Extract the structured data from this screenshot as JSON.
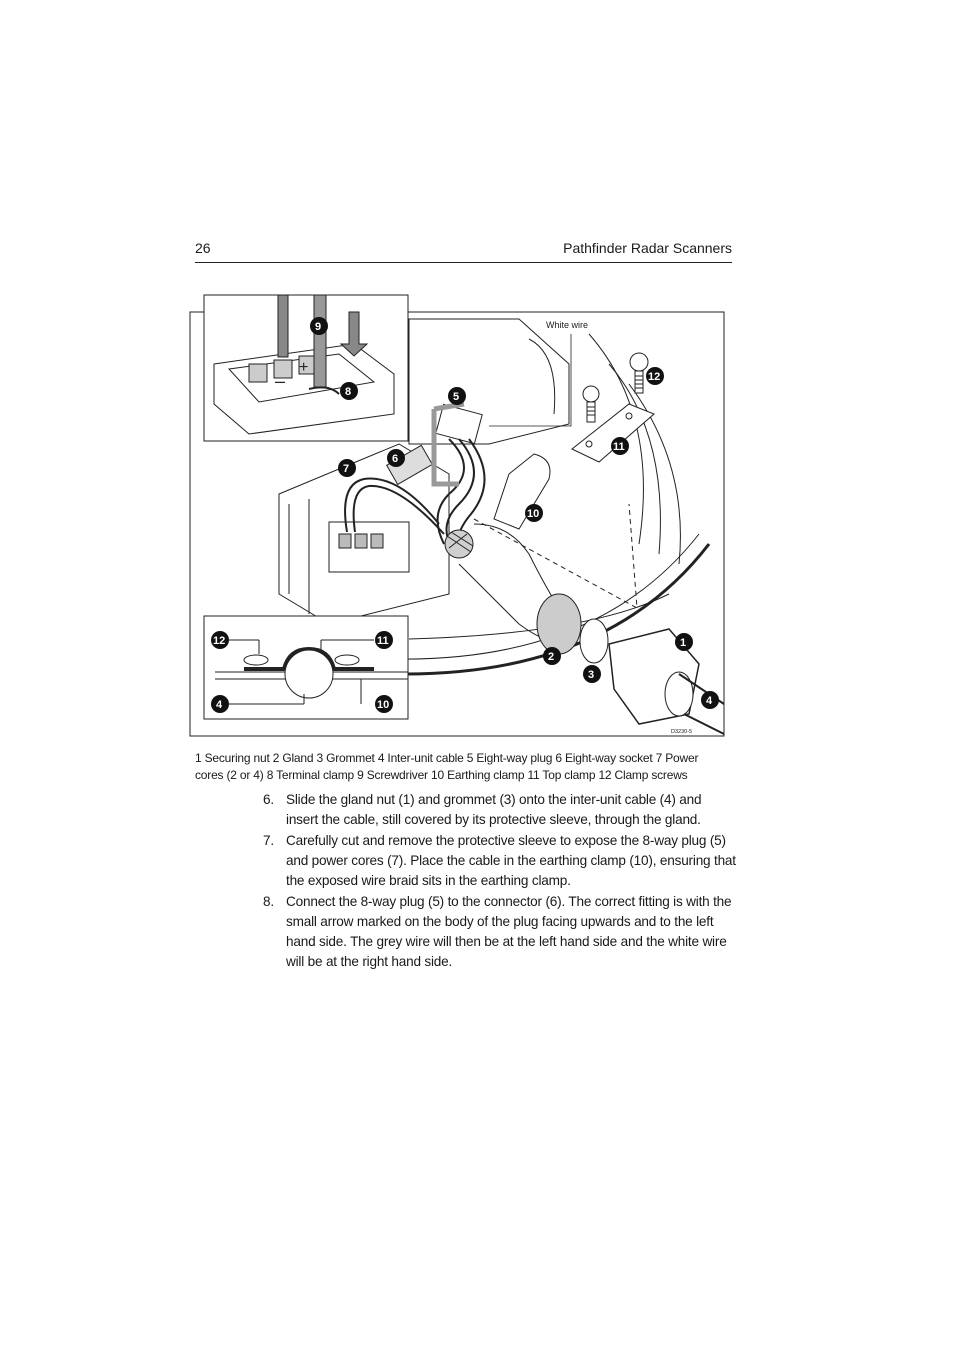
{
  "header": {
    "page_number": "26",
    "running_title": "Pathfinder Radar Scanners"
  },
  "figure": {
    "white_wire_label": "White wire",
    "drawing_ref": "D3230-5",
    "callouts": {
      "c1": "1",
      "c2": "2",
      "c3": "3",
      "c4": "4",
      "c5": "5",
      "c6": "6",
      "c7": "7",
      "c8": "8",
      "c9": "9",
      "c10": "10",
      "c11": "11",
      "c12": "12",
      "inset_c12": "12",
      "inset_c11": "11",
      "inset_c4": "4",
      "inset_c10": "10"
    }
  },
  "caption": {
    "line1": "1 Securing nut  2 Gland  3 Grommet 4 Inter-unit cable  5 Eight-way plug  6 Eight-way socket  7 Power",
    "line2": "cores (2 or 4)  8 Terminal clamp 9 Screwdriver  10 Earthing clamp  11 Top clamp 12 Clamp screws"
  },
  "steps": [
    {
      "num": "6.",
      "text": "Slide the gland nut (1) and grommet (3) onto the inter-unit cable (4) and insert the cable, still covered by its protective sleeve, through the gland."
    },
    {
      "num": "7.",
      "text": "Carefully cut and remove the protective sleeve to expose the 8-way plug (5) and power cores (7). Place the cable in the earthing clamp (10), ensuring that the exposed wire braid sits in the earthing clamp."
    },
    {
      "num": "8.",
      "text": "Connect the 8-way plug (5) to the connector (6). The correct fitting is with the small arrow marked on the body of the plug facing upwards and to the left hand side. The grey wire will then be at the left hand side and the white wire will be at the right hand side."
    }
  ]
}
